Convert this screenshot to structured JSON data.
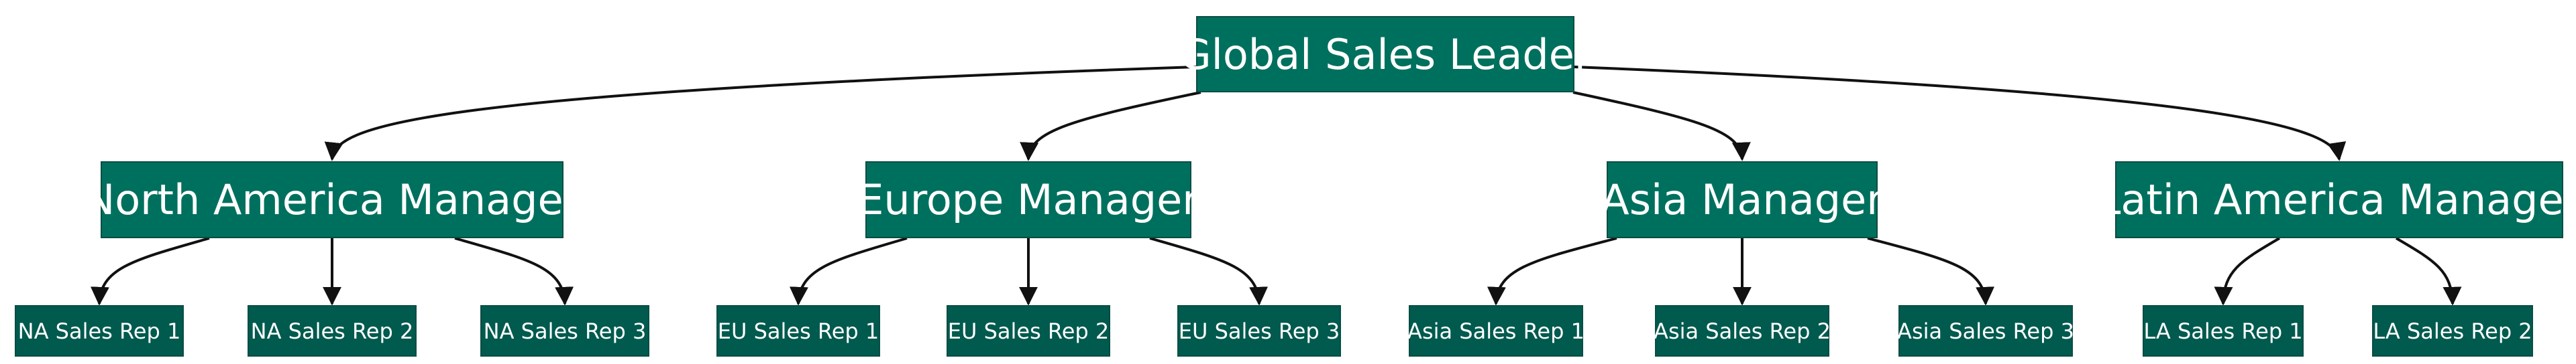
{
  "org_chart": {
    "root": {
      "label": "Global Sales Leader"
    },
    "managers": [
      {
        "label": "North America Manager",
        "reps": [
          "NA Sales Rep 1",
          "NA Sales Rep 2",
          "NA Sales Rep 3"
        ]
      },
      {
        "label": "Europe Manager",
        "reps": [
          "EU Sales Rep 1",
          "EU Sales Rep 2",
          "EU Sales Rep 3"
        ]
      },
      {
        "label": "Asia Manager",
        "reps": [
          "Asia Sales Rep 1",
          "Asia Sales Rep 2",
          "Asia Sales Rep 3"
        ]
      },
      {
        "label": "Latin America Manager",
        "reps": [
          "LA Sales Rep 1",
          "LA Sales Rep 2"
        ]
      }
    ]
  },
  "colors": {
    "node_fill": "#00705e",
    "rep_fill": "#005a4e",
    "node_border": "#0a4d44",
    "node_text": "#ffffff",
    "edge": "#111111"
  }
}
